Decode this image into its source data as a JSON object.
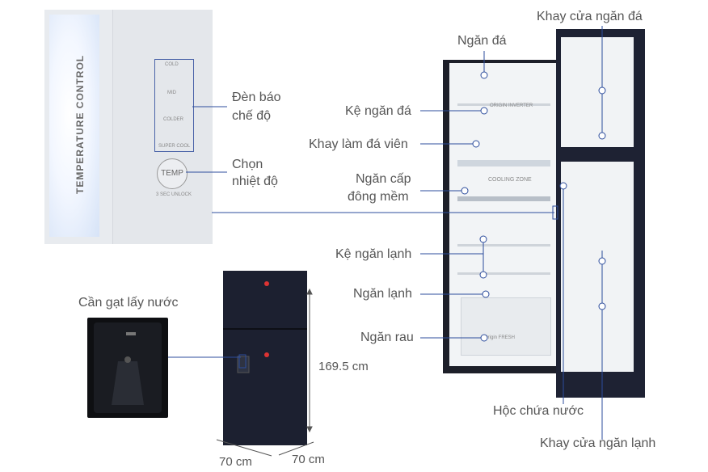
{
  "panel": {
    "title": "TEMPERATURE CONTROL",
    "modes": [
      "COLD",
      "MID",
      "COLDER",
      "SUPER COOL"
    ],
    "temp_button": "TEMP",
    "unlock": "3 SEC UNLOCK"
  },
  "interior_labels": {
    "cooling_zone": "COOLING ZONE",
    "origin": "ORIGIN INVERTER",
    "fresh": "Origin FRESH"
  },
  "labels": {
    "indicator_line1": "Đèn báo",
    "indicator_line2": "chế độ",
    "temp_select_line1": "Chọn",
    "temp_select_line2": "nhiệt độ",
    "water_lever": "Cần gạt lấy nước",
    "freezer": "Ngăn đá",
    "freezer_shelf": "Kệ ngăn đá",
    "ice_tray": "Khay làm đá viên",
    "soft_freeze_line1": "Ngăn cấp",
    "soft_freeze_line2": "đông mềm",
    "fridge_shelf": "Kệ ngăn lạnh",
    "fridge": "Ngăn lạnh",
    "veg_drawer": "Ngăn rau",
    "freezer_door_tray": "Khay cửa ngăn đá",
    "water_tank": "Hộc chứa nước",
    "fridge_door_tray": "Khay cửa ngăn lạnh"
  },
  "dimensions": {
    "height": "169.5 cm",
    "width": "70 cm",
    "depth": "70 cm"
  },
  "colors": {
    "accent_line": "#2c4c9c",
    "fridge_body": "#1d1f29"
  }
}
